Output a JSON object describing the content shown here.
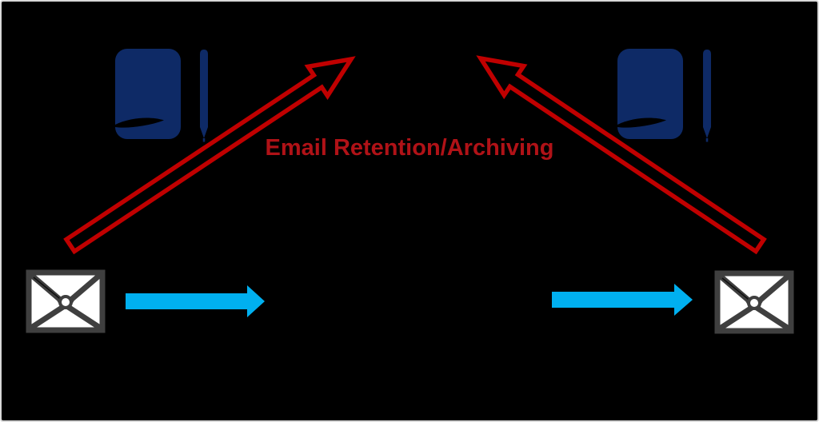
{
  "diagram": {
    "title": "Email Retention/Archiving"
  },
  "colors": {
    "background": "#000000",
    "canvas_border": "#d9d9d9",
    "book_navy": "#0e2a66",
    "arrow_red": "#c00000",
    "title_red": "#b01217",
    "flow_arrow_cyan": "#00b0f0",
    "envelope_border": "#3f3f3f",
    "envelope_fill": "#ffffff"
  },
  "icons": [
    {
      "id": "archive-journal-left",
      "type": "journal-with-pen"
    },
    {
      "id": "archive-journal-right",
      "type": "journal-with-pen"
    },
    {
      "id": "email-envelope-left",
      "type": "envelope"
    },
    {
      "id": "email-envelope-right",
      "type": "envelope"
    }
  ],
  "arrows": [
    {
      "id": "retention-arrow-left",
      "style": "outlined",
      "color": "#c00000",
      "direction": "up-right"
    },
    {
      "id": "retention-arrow-right",
      "style": "outlined",
      "color": "#c00000",
      "direction": "up-left"
    },
    {
      "id": "flow-arrow-left",
      "style": "solid",
      "color": "#00b0f0",
      "direction": "right"
    },
    {
      "id": "flow-arrow-right",
      "style": "solid",
      "color": "#00b0f0",
      "direction": "right"
    }
  ]
}
